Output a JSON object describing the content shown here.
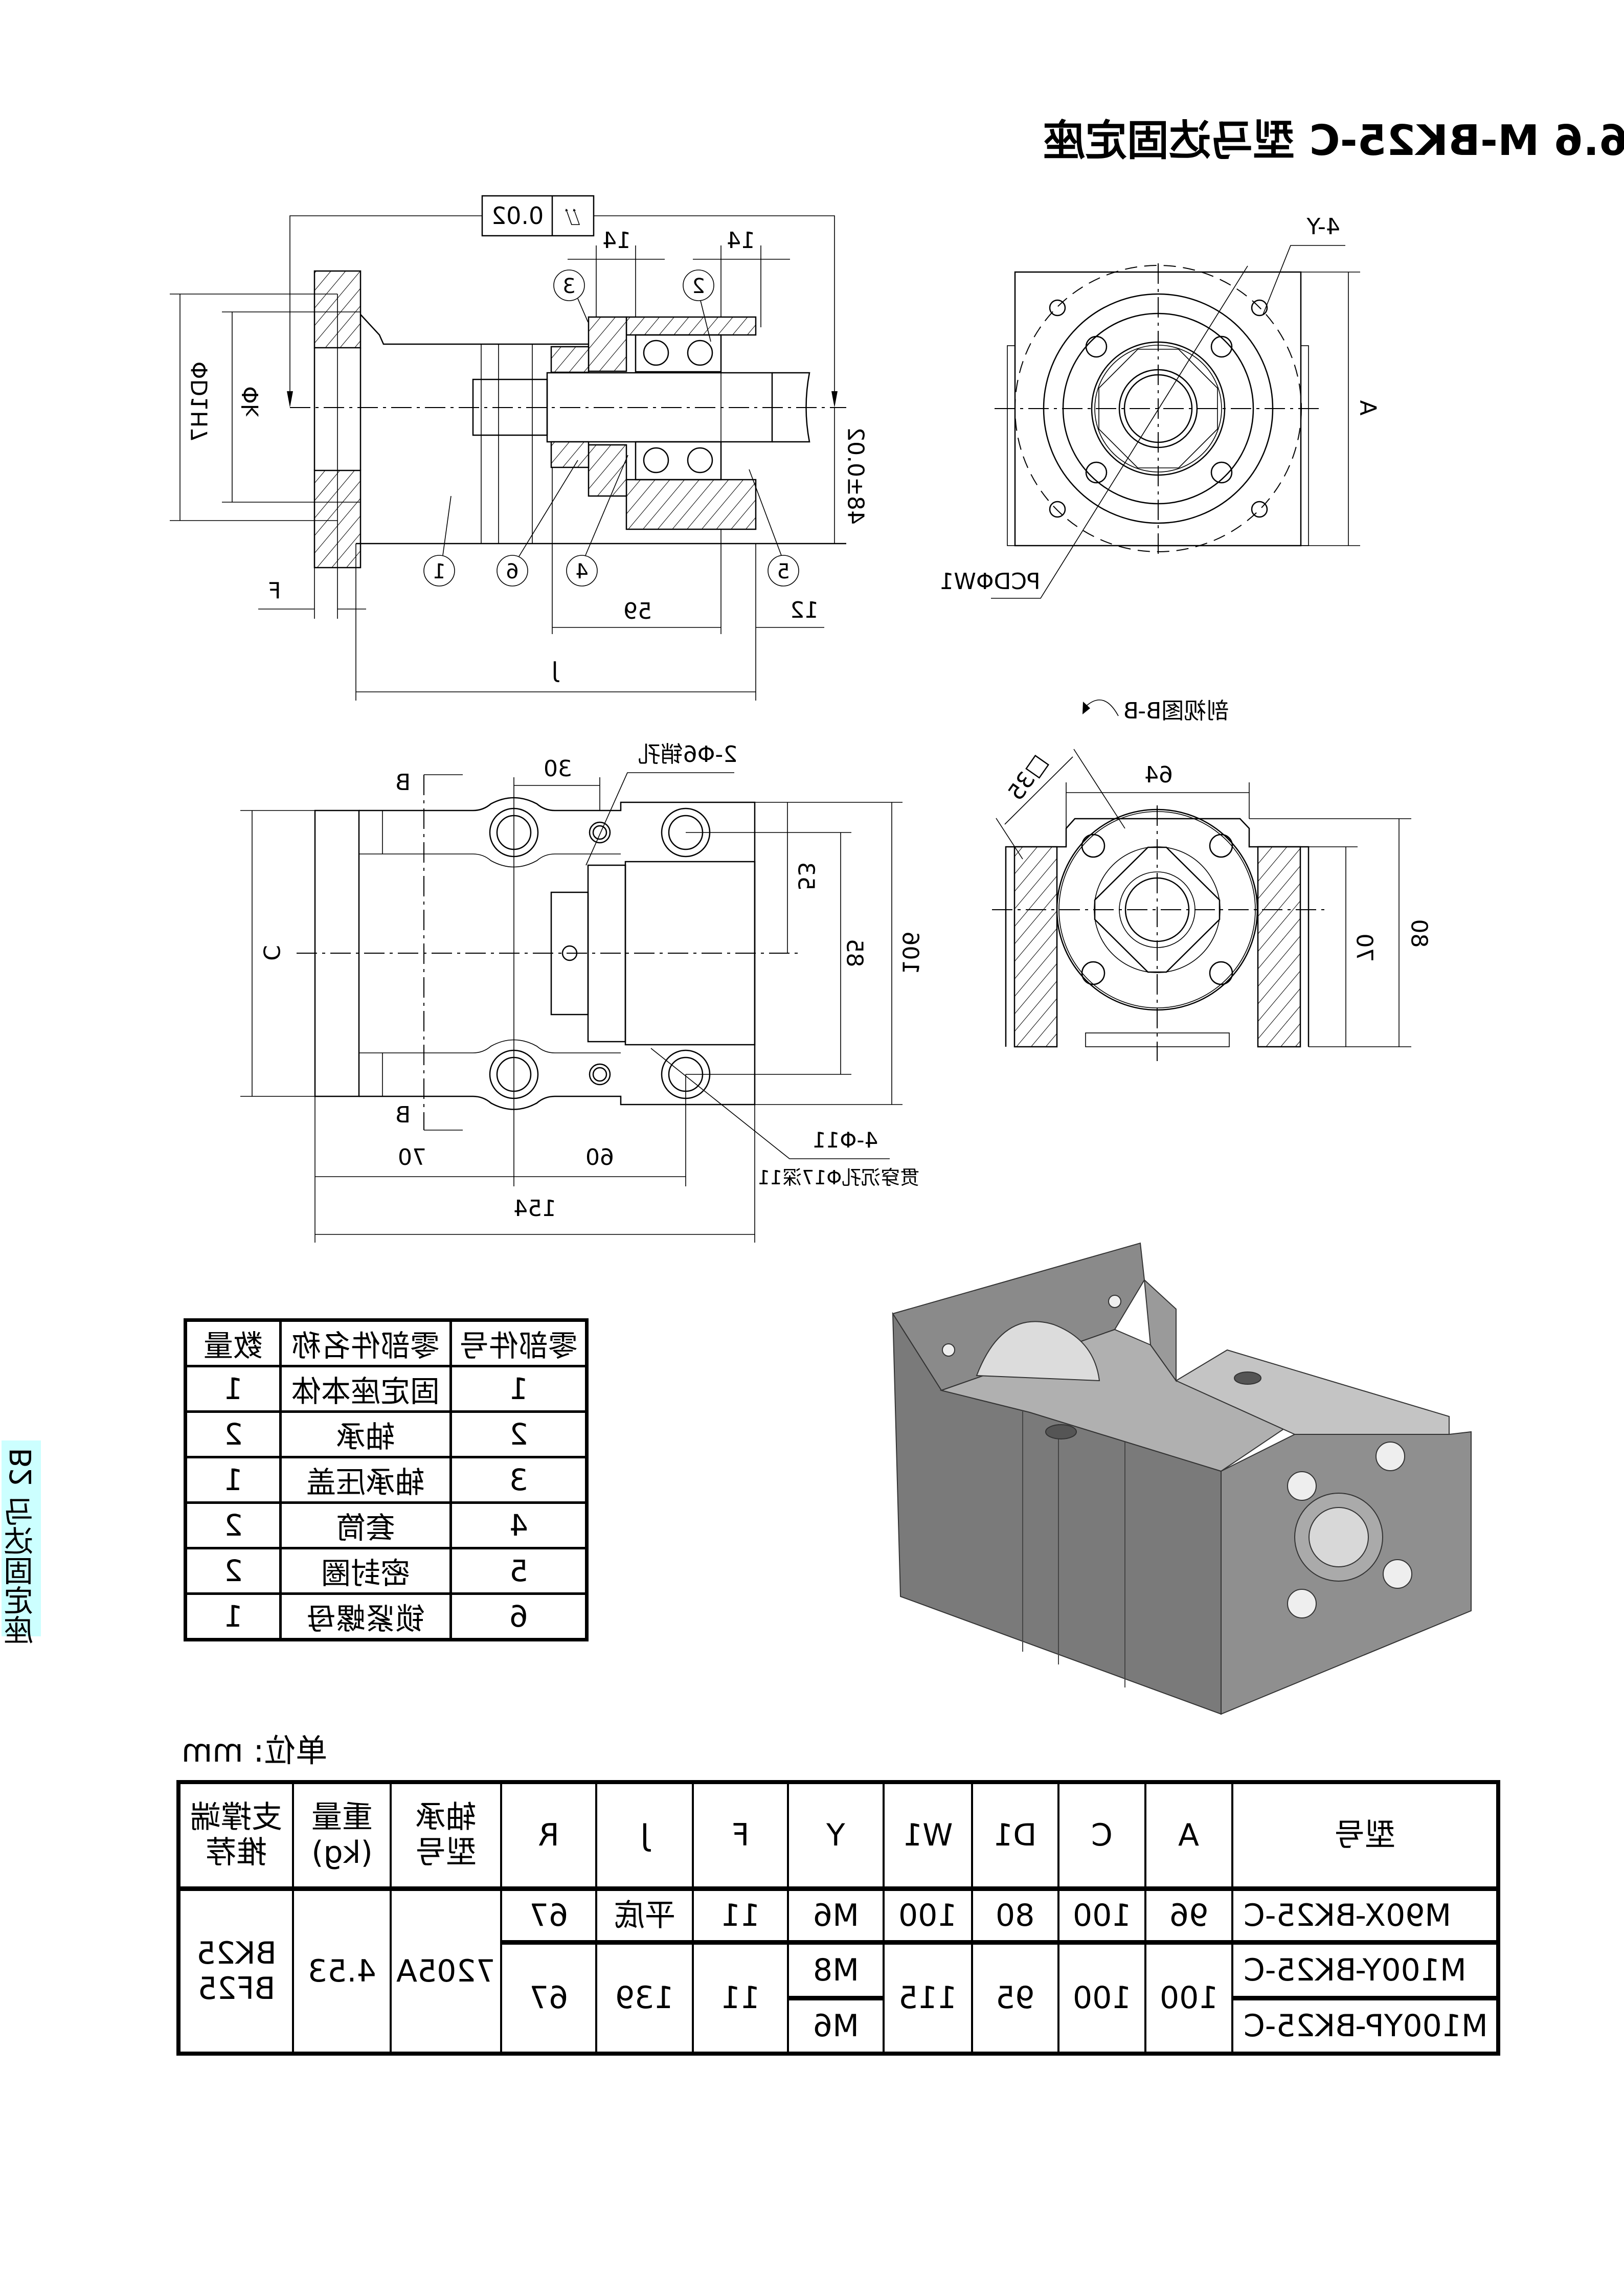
{
  "title": "6.6 M-BK25-C 型马达固定座",
  "side_tab": "B2 马达固定座",
  "side_view": {
    "tolerance_value": "0.02",
    "tolerance_symbol": "⌰",
    "dim_14_left": "14",
    "dim_14_right": "14",
    "dim_d1h7": "ΦD1H7",
    "dim_k": "Φk",
    "dim_48": "48±0.02",
    "dim_f": "F",
    "dim_59": "59",
    "dim_12": "12",
    "dim_j": "J",
    "balloons": [
      "1",
      "2",
      "3",
      "4",
      "5",
      "6"
    ]
  },
  "front_view": {
    "dim_4y": "4-Y",
    "dim_a": "A",
    "dim_pcd": "PCDΦW1"
  },
  "section_view": {
    "title": "剖视图B-B",
    "dim_64": "64",
    "dim_35": "□35",
    "dim_70": "70",
    "dim_80": "80"
  },
  "top_view": {
    "pin_hole": "2-Φ6销孔",
    "dim_30": "30",
    "section_b_top": "B",
    "section_b_bottom": "B",
    "dim_c": "C",
    "dim_53": "53",
    "dim_85": "85",
    "dim_106": "106",
    "hole_spec": "4-Φ11",
    "hole_note": "贯穿沉孔Φ17深11",
    "dim_70": "70",
    "dim_60": "60",
    "dim_154": "154"
  },
  "parts_table": {
    "headers": [
      "零部件号",
      "零部件名称",
      "数量"
    ],
    "rows": [
      {
        "no": "1",
        "name": "固定座本体",
        "qty": "1"
      },
      {
        "no": "2",
        "name": "轴承",
        "qty": "2"
      },
      {
        "no": "3",
        "name": "轴承压盖",
        "qty": "1"
      },
      {
        "no": "4",
        "name": "套筒",
        "qty": "2"
      },
      {
        "no": "5",
        "name": "密封圈",
        "qty": "2"
      },
      {
        "no": "6",
        "name": "锁紧螺母",
        "qty": "1"
      }
    ]
  },
  "unit_label": "单位: mm",
  "spec_table": {
    "headers": {
      "model": "型号",
      "A": "A",
      "C": "C",
      "D1": "D1",
      "W1": "W1",
      "Y": "Y",
      "F": "F",
      "J": "J",
      "R": "R",
      "bearing_1": "轴承",
      "bearing_2": "型号",
      "weight_1": "重量",
      "weight_2": "(kg)",
      "support_1": "支撑端",
      "support_2": "推荐"
    },
    "rows": [
      {
        "model": "M90X-BK25-C",
        "A": "96",
        "C": "100",
        "D1": "80",
        "W1": "100",
        "Y": "M6",
        "F": "11",
        "J": "平底",
        "R": "67"
      },
      {
        "model": "M100Y-BK25-C",
        "A": "100",
        "C": "100",
        "D1": "95",
        "W1": "115",
        "Y": "M8",
        "F": "11",
        "J": "139",
        "R": "67"
      },
      {
        "model": "M100YP-BK25-C",
        "Y": "M6"
      }
    ],
    "shared": {
      "bearing": "7205A",
      "weight": "4.53",
      "support_1": "BK25",
      "support_2": "BF25"
    }
  },
  "colors": {
    "side_tab": "#ccffff",
    "render_dark": "#6f6f6f",
    "render_mid": "#8f8f8f",
    "render_light": "#b5b5b5"
  }
}
